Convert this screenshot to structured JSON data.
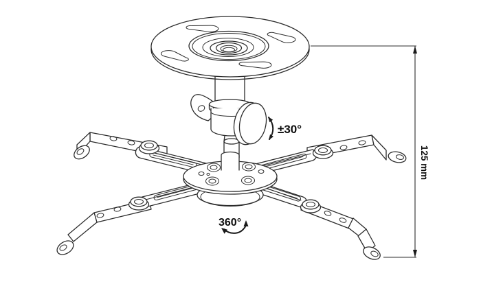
{
  "diagram": {
    "kind": "technical-line-drawing",
    "subject": "projector-ceiling-mount",
    "annotations": {
      "tilt_range": "±30°",
      "swivel_range": "360°",
      "height_dimension": "125 mm"
    },
    "colors": {
      "background": "#ffffff",
      "line": "#2b2b2b",
      "annotation_text": "#0d0d0d"
    }
  }
}
